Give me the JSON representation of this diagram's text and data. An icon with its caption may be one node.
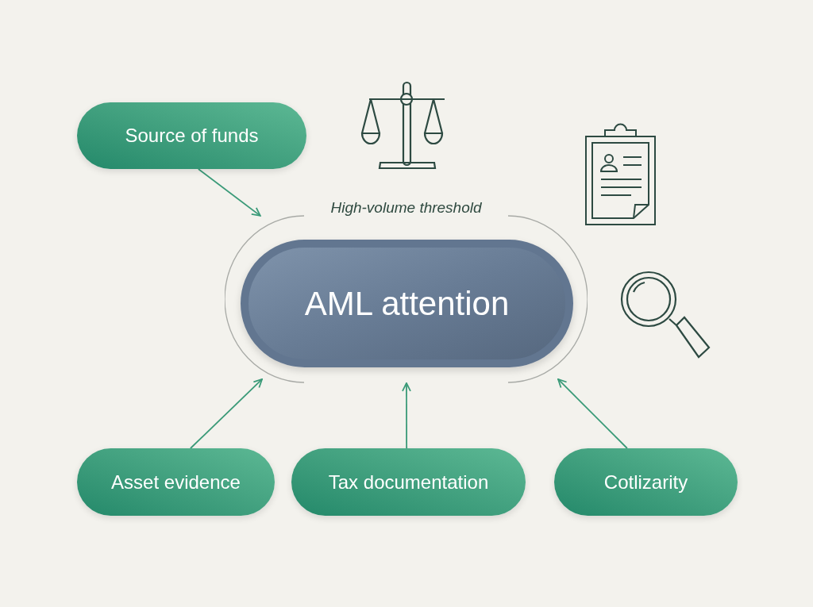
{
  "diagram": {
    "nodes": [
      {
        "text": [
          "Source of funds"
        ]
      },
      {
        "text": [
          "High-volume threshold"
        ]
      },
      {
        "text": [
          "AML attention"
        ],
        "in": 1
      },
      {
        "text": [
          "Asset evidence"
        ]
      },
      {
        "text": [
          "Tax documentation"
        ]
      },
      {
        "text": [
          "Cotlizarity"
        ]
      }
    ],
    "edges": [
      {
        "from": 0,
        "to": 1,
        "arrow": "to"
      },
      {
        "from": 3,
        "to": 1,
        "arrow": "to"
      },
      {
        "from": 4,
        "to": 1,
        "arrow": "to"
      },
      {
        "from": 5,
        "to": 1,
        "arrow": "to"
      }
    ]
  }
}
